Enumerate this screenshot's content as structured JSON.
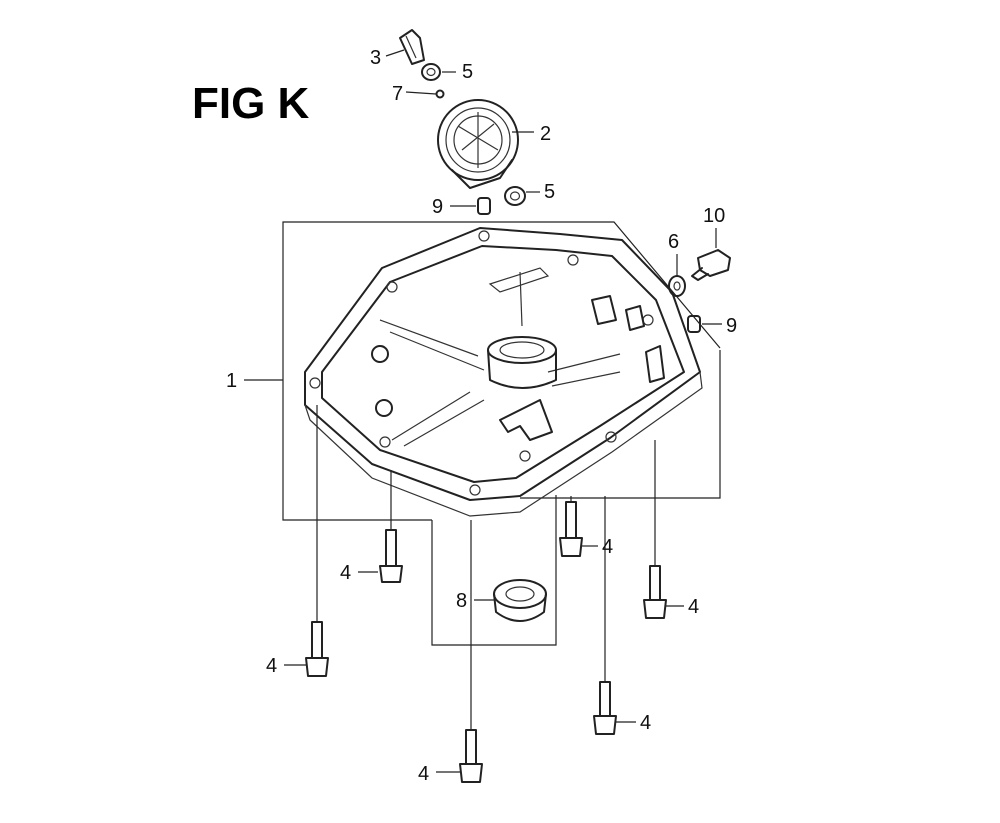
{
  "figure": {
    "title": "FIG K"
  },
  "callouts": [
    {
      "id": "c3",
      "text": "3"
    },
    {
      "id": "c5a",
      "text": "5"
    },
    {
      "id": "c7",
      "text": "7"
    },
    {
      "id": "c2",
      "text": "2"
    },
    {
      "id": "c5b",
      "text": "5"
    },
    {
      "id": "c9a",
      "text": "9"
    },
    {
      "id": "c10",
      "text": "10"
    },
    {
      "id": "c6",
      "text": "6"
    },
    {
      "id": "c9b",
      "text": "9"
    },
    {
      "id": "c1",
      "text": "1"
    },
    {
      "id": "c4a",
      "text": "4"
    },
    {
      "id": "c4b",
      "text": "4"
    },
    {
      "id": "c4c",
      "text": "4"
    },
    {
      "id": "c4d",
      "text": "4"
    },
    {
      "id": "c4e",
      "text": "4"
    },
    {
      "id": "c4f",
      "text": "4"
    },
    {
      "id": "c8",
      "text": "8"
    }
  ]
}
